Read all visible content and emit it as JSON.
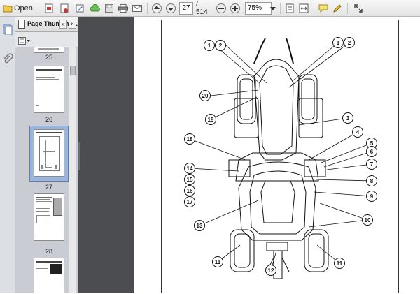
{
  "toolbar": {
    "open_label": "Open",
    "page_current": "27",
    "page_total": "/ 514",
    "zoom_value": "75%"
  },
  "panel": {
    "title": "Page Thumbna...",
    "thumbnail_labels": [
      "25",
      "26",
      "27",
      "28"
    ],
    "selected_page": "27"
  },
  "diagram": {
    "callouts": [
      "1",
      "2",
      "1",
      "2",
      "20",
      "19",
      "3",
      "4",
      "5",
      "6",
      "7",
      "18",
      "14",
      "15",
      "16",
      "17",
      "8",
      "9",
      "10",
      "13",
      "11",
      "12",
      "11"
    ]
  },
  "colors": {
    "toolbar_bg": "#e9e9e9",
    "panel_bg": "#c8ccd2",
    "dark_gutter": "#4b4d50",
    "selected_thumb": "#9db5d8"
  }
}
